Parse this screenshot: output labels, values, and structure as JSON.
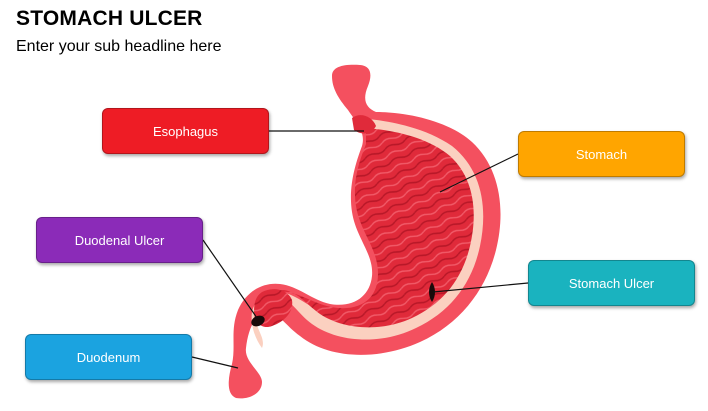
{
  "header": {
    "title": "STOMACH ULCER",
    "subtitle": "Enter your sub headline here"
  },
  "labels": {
    "esophagus": {
      "text": "Esophagus",
      "color": "#ee1c25"
    },
    "stomach": {
      "text": "Stomach",
      "color": "#ffa500"
    },
    "duodenal_ulcer": {
      "text": "Duodenal Ulcer",
      "color": "#8b2bb8"
    },
    "stomach_ulcer": {
      "text": "Stomach Ulcer",
      "color": "#1ab3bf"
    },
    "duodenum": {
      "text": "Duodenum",
      "color": "#1ba3e0"
    }
  },
  "colors": {
    "organ_outer": "#f4505f",
    "organ_lining": "#fbd0c0",
    "rugae": "#e02a3a",
    "rugae_dark": "#b81828",
    "leader_line": "#111111",
    "ulcer": "#1a0a0a"
  }
}
